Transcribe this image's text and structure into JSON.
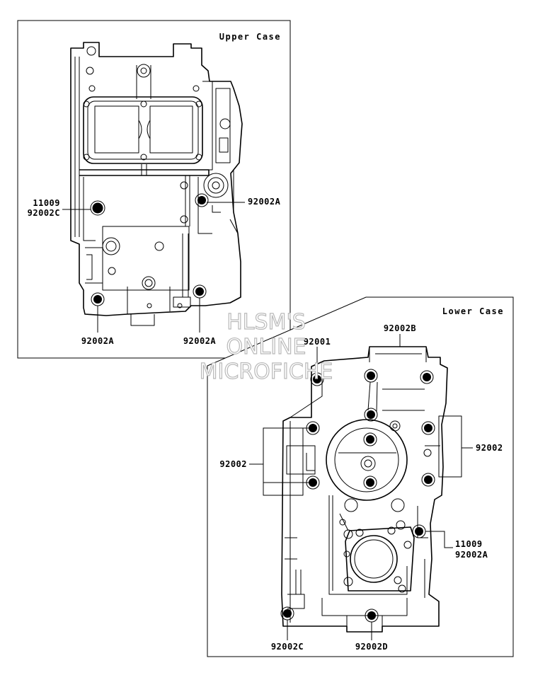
{
  "upper_case": {
    "title": "Upper Case",
    "labels": {
      "left_top": "11009",
      "left_bottom": "92002C",
      "right": "92002A",
      "bottom_left": "92002A",
      "bottom_right": "92002A"
    }
  },
  "lower_case": {
    "title": "Lower Case",
    "labels": {
      "top": "92002B",
      "top_left": "92001",
      "left": "92002",
      "right": "92002",
      "right_lower_top": "11009",
      "right_lower_bottom": "92002A",
      "bottom_left": "92002C",
      "bottom_right": "92002D"
    }
  },
  "watermark": {
    "line1": "HLSM'S",
    "line2": "ONLINE",
    "line3": "MICROFICHE"
  }
}
